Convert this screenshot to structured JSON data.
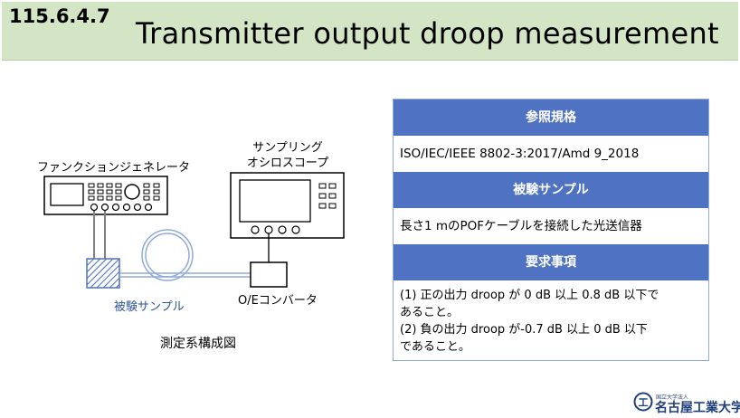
{
  "header": {
    "section_number": "115.6.4.7",
    "title": "Transmitter output droop measurement"
  },
  "diagram": {
    "function_generator_label": "ファンクションジェネレータ",
    "oscilloscope_label_line1": "サンプリング",
    "oscilloscope_label_line2": "オシロスコープ",
    "device_under_test_label": "被験サンプル",
    "oe_converter_label": "O/Eコンバータ",
    "caption": "測定系構成図"
  },
  "reference_table": {
    "header_reference": "参照規格",
    "reference_value": "ISO/IEC/IEEE 8802-3:2017/Amd 9_2018",
    "header_sample": "被験サンプル",
    "sample_value": "長さ1 mのPOFケーブルを接続した光送信器",
    "header_requirements": "要求事項",
    "requirement_1_line1": "(1) 正の出力 droop が 0 dB 以上 0.8 dB 以下で",
    "requirement_1_line2": "あること。",
    "requirement_2_line1": "(2) 負の出力 droop が-0.7 dB 以上 0 dB 以下",
    "requirement_2_line2": "であること。"
  },
  "logo": {
    "small_text": "国立大学法人",
    "name": "名古屋工業大学",
    "mark": "工"
  },
  "colors": {
    "header_bg": "#d3e5c4",
    "table_header_bg": "#4f73c2",
    "table_border": "#8faadc",
    "fiber": "#8faadc",
    "device_hatch": "#4f73c2",
    "caption_blue": "#2f5597",
    "logo_blue": "#1f3f7a"
  }
}
